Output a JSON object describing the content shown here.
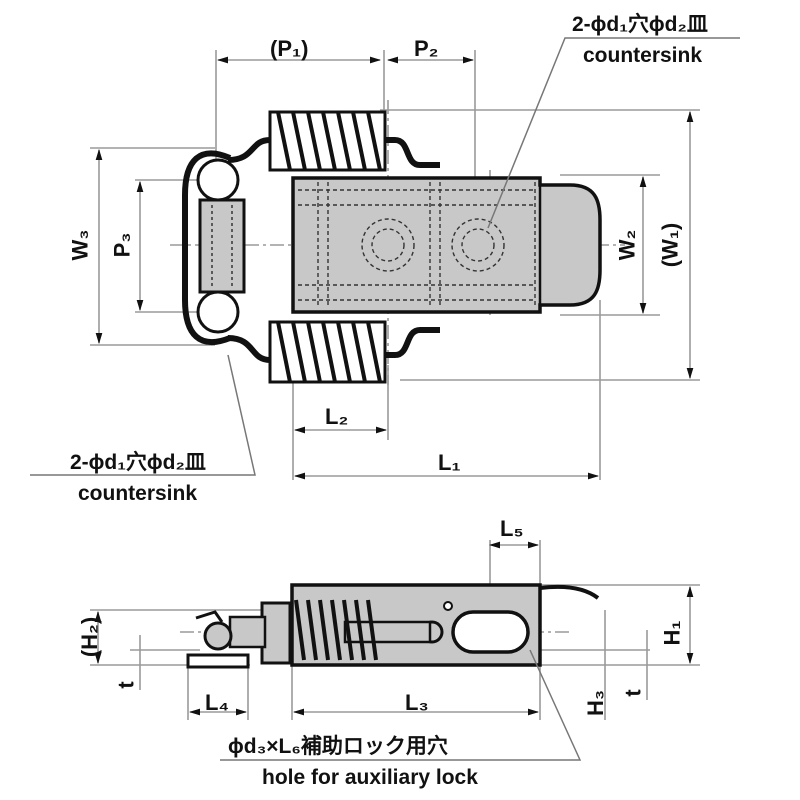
{
  "figure": {
    "title": "Spring toggle latch dimension drawing",
    "top_view": {
      "dimensions": {
        "P1": "(P₁)",
        "P2": "P₂",
        "P3": "P₃",
        "W1": "(W₁)",
        "W2": "W₂",
        "W3": "W₃",
        "L1": "L₁",
        "L2": "L₂"
      },
      "callout_top": {
        "jp": "2-ϕd₁穴ϕd₂皿",
        "en": "countersink"
      },
      "callout_left": {
        "jp": "2-ϕd₁穴ϕd₂皿",
        "en": "countersink"
      }
    },
    "side_view": {
      "dimensions": {
        "H1": "H₁",
        "H2": "(H₂)",
        "H3": "H₃",
        "L3": "L₃",
        "L4": "L₄",
        "L5": "L₅",
        "t_left": "t",
        "t_right": "t"
      },
      "callout_bottom": {
        "jp": "ϕd₃×L₆補助ロック用穴",
        "en": "hole for auxiliary lock"
      }
    },
    "colors": {
      "outline": "#111111",
      "fill": "#c8c8c8",
      "dimension_line": "#9a9a9a"
    }
  }
}
